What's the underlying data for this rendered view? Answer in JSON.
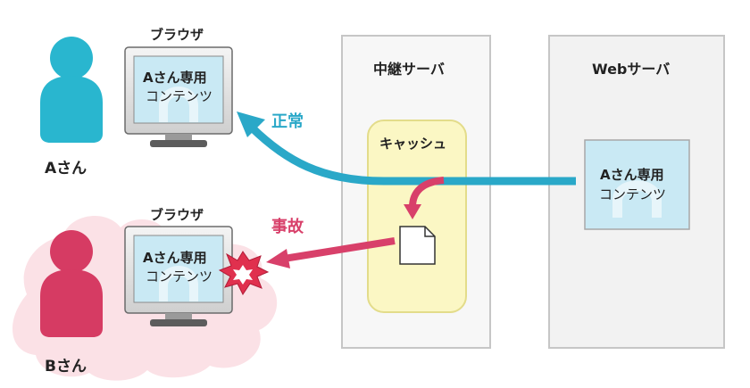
{
  "users": {
    "a": {
      "label": "Aさん",
      "color": "#29b6cf"
    },
    "b": {
      "label": "Bさん",
      "color": "#d63b63"
    }
  },
  "browsers": {
    "top": {
      "title": "ブラウザ",
      "content_line1": "Aさん専用",
      "content_line2": "コンテンツ"
    },
    "bottom": {
      "title": "ブラウザ",
      "content_line1": "Aさん専用",
      "content_line2": "コンテンツ"
    }
  },
  "relay_server": {
    "title": "中継サーバ",
    "cache_label": "キャッシュ"
  },
  "web_server": {
    "title": "Webサーバ",
    "content_line1": "Aさん専用",
    "content_line2": "コンテンツ"
  },
  "arrows": {
    "normal": {
      "label": "正常",
      "color": "#2aa8c8"
    },
    "accident": {
      "label": "事故",
      "color": "#d8406a"
    }
  },
  "colors": {
    "cache_fill": "#fbf7c4",
    "cache_border": "#e3dc8a",
    "server_fill": "#f2f2f2",
    "server_border": "#c6c6c6",
    "cloud_fill": "#fbe1e6",
    "screen_fill": "#c9e9f4"
  }
}
